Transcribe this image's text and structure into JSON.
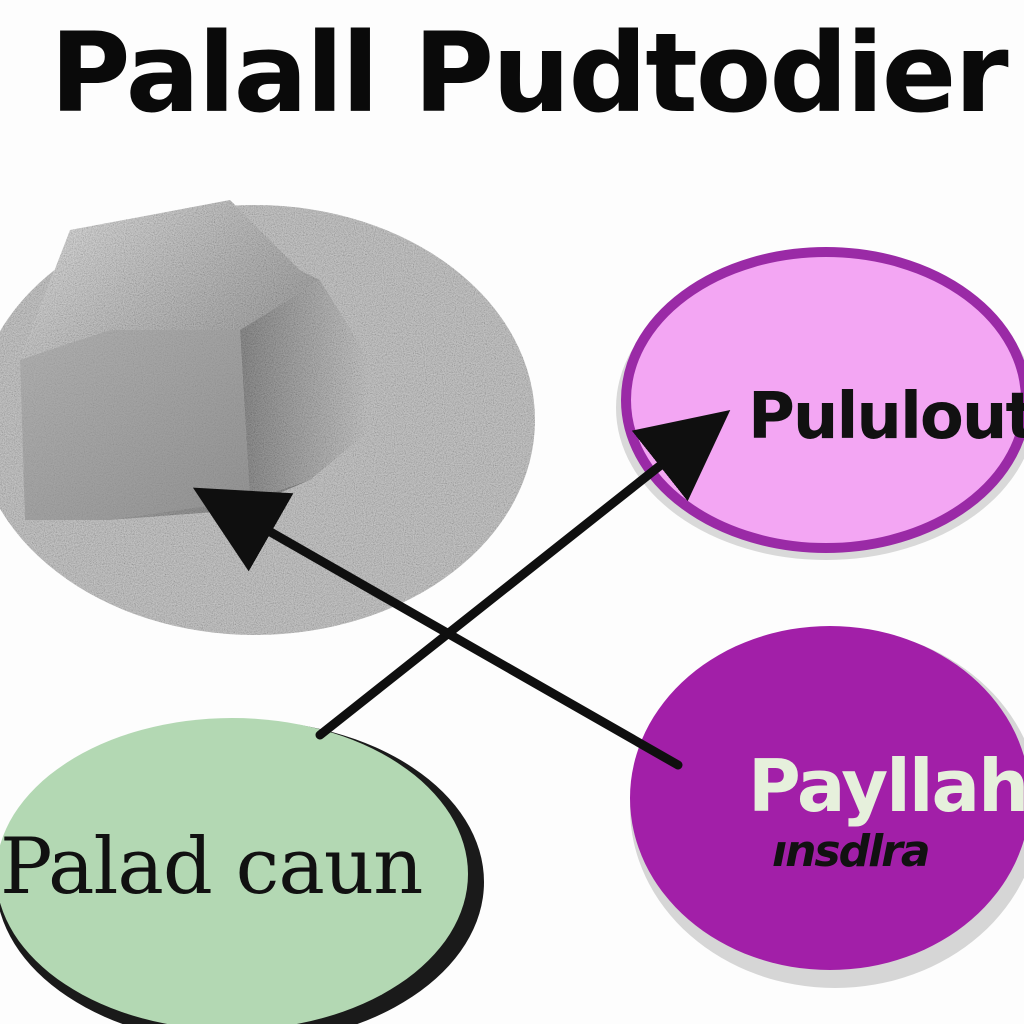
{
  "title": "Palall Pudtodier",
  "nodes": {
    "top_right": {
      "label": "Pululout",
      "fill": "#f3a6f3",
      "stroke": "#9a2aa6",
      "text_color": "#111111"
    },
    "bottom_left": {
      "label": "Palad caun",
      "fill": "#b3d8b3",
      "stroke": "#1a1a1a",
      "text_color": "#111111"
    },
    "bottom_right": {
      "label": "Payllah",
      "sublabel": "ınsdlra",
      "fill": "#a21fa8",
      "stroke": "#6a1070",
      "text_color": "#e6f0dc",
      "subtext_color": "#111111"
    }
  },
  "image_subject": {
    "icon": "metal-nugget-on-plate-icon",
    "color": "#b8b8b8"
  },
  "colors": {
    "arrow": "#0f0f0f",
    "title": "#0a0a0a",
    "background": "#fdfdfd"
  }
}
